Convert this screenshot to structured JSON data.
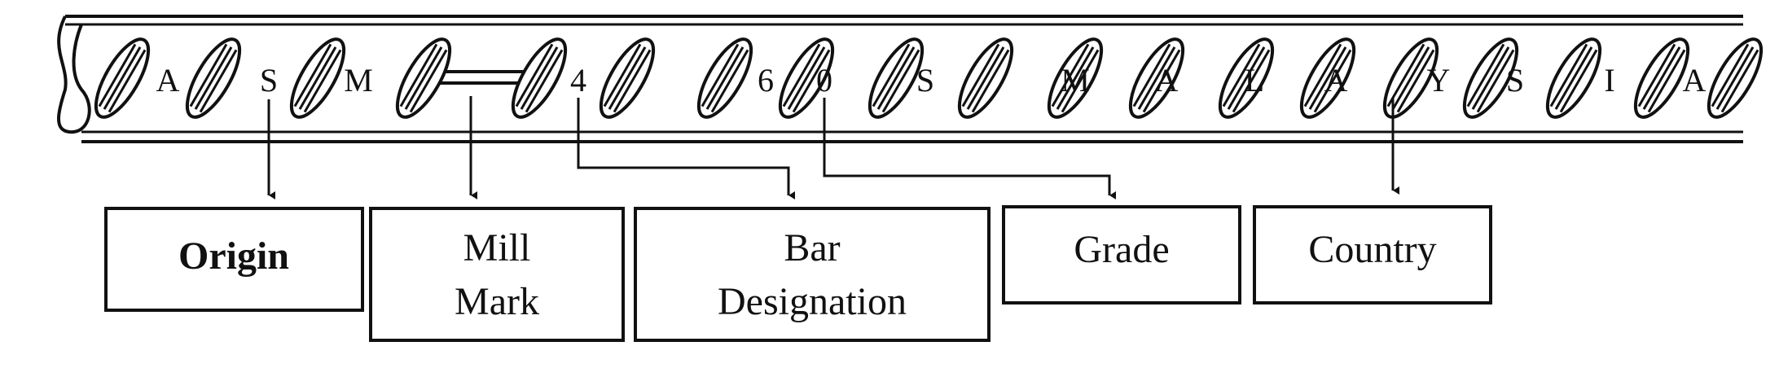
{
  "bar_marking": {
    "characters": [
      "A",
      "S",
      "M",
      "4",
      "6",
      "0",
      "S",
      "M",
      "A",
      "L",
      "A",
      "Y",
      "S",
      "I",
      "A"
    ]
  },
  "labels": {
    "origin": [
      "Origin"
    ],
    "mill_mark": [
      "Mill",
      "Mark"
    ],
    "bar_designation": [
      "Bar",
      "Designation"
    ],
    "grade": [
      "Grade"
    ],
    "country": [
      "Country"
    ]
  }
}
